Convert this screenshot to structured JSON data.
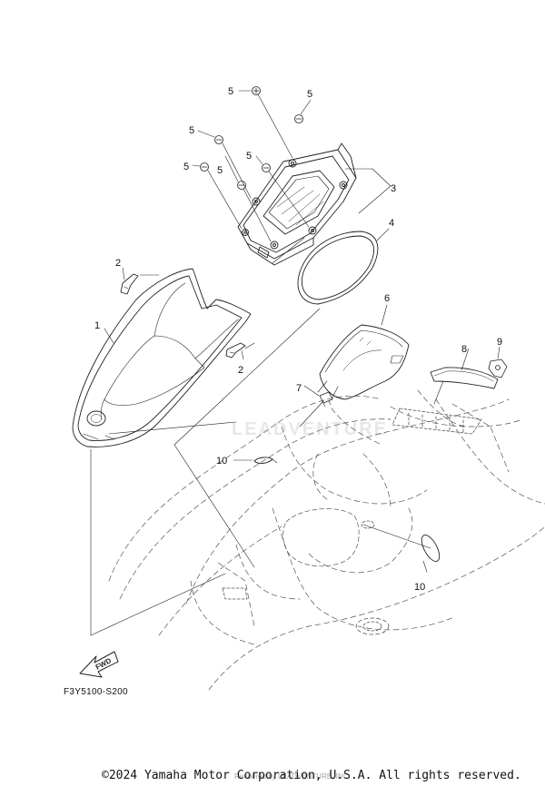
{
  "diagram": {
    "figure_code": "F3Y5100-S200",
    "direction_label": "FWD",
    "watermark": "LEADVENTURE",
    "rendered_by": "Rendered by LEADVENTURE, INC.",
    "copyright": "©2024 Yamaha Motor Corporation, U.S.A. All rights reserved.",
    "callouts": {
      "c1": "1",
      "c2a": "2",
      "c2b": "2",
      "c3": "3",
      "c4": "4",
      "c5a": "5",
      "c5b": "5",
      "c5c": "5",
      "c5d": "5",
      "c5e": "5",
      "c5f": "5",
      "c6": "6",
      "c7": "7",
      "c8": "8",
      "c9": "9",
      "c10a": "10",
      "c10b": "10"
    }
  }
}
